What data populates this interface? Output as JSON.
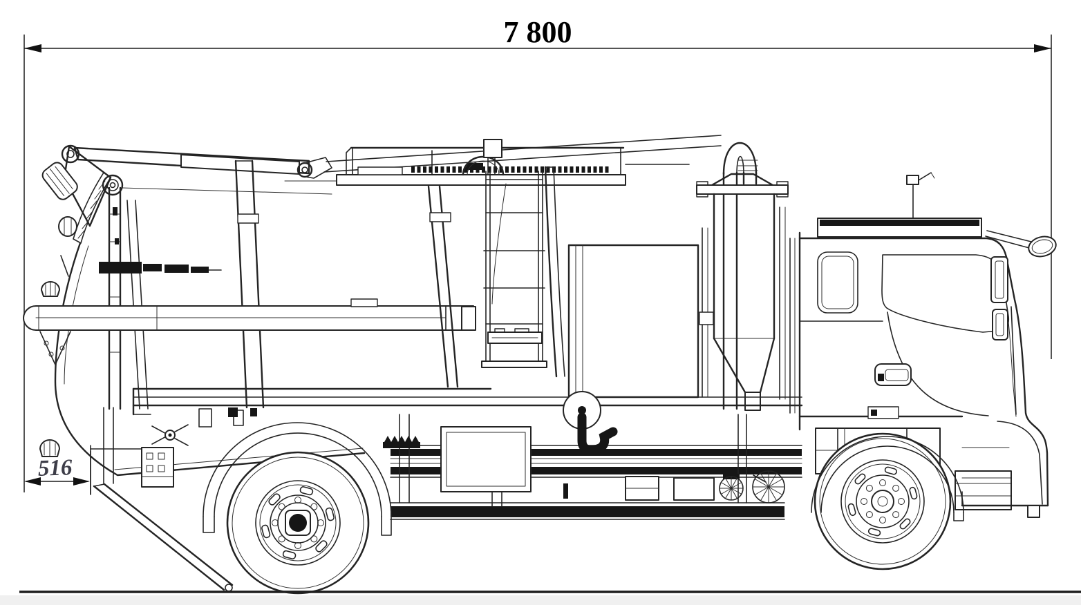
{
  "drawing": {
    "type": "technical side-view drawing of a vacuum sweeper truck",
    "dimensions": {
      "overall_length": {
        "label": "7 800"
      },
      "rear_overhang": {
        "label": "516"
      }
    },
    "colors": {
      "line": "#242424",
      "dimension_text": "#000000",
      "overhang_text": "#3d3d48",
      "ground_shadow": "#f0f0f0"
    }
  }
}
